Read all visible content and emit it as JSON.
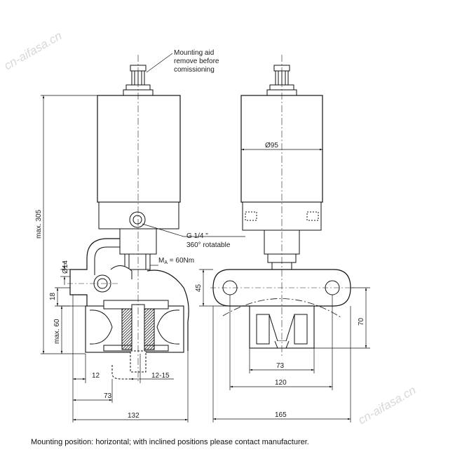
{
  "annotations": {
    "mounting_aid": [
      "Mounting aid",
      "remove before",
      "comissioning"
    ],
    "port": "G 1/4 \"",
    "port_rotatable": "360° rotatable",
    "torque_prefix": "M",
    "torque_sub": "A",
    "torque_value": " = 60Nm"
  },
  "dimensions": {
    "max_305": "max. 305",
    "max_60": "max. 60",
    "d14": "Ø14",
    "d18": "18",
    "d95": "Ø95",
    "d45": "45",
    "d70": "70",
    "d12": "12",
    "d12_15": "12-15",
    "d73_left": "73",
    "d132": "132",
    "d73_right": "73",
    "d120": "120",
    "d165": "165"
  },
  "footer": {
    "note": "Mounting position: horizontal; with inclined positions please contact manufacturer."
  },
  "watermark": [
    "cn-aifasa.cn",
    "cn-aifasa.cn"
  ]
}
